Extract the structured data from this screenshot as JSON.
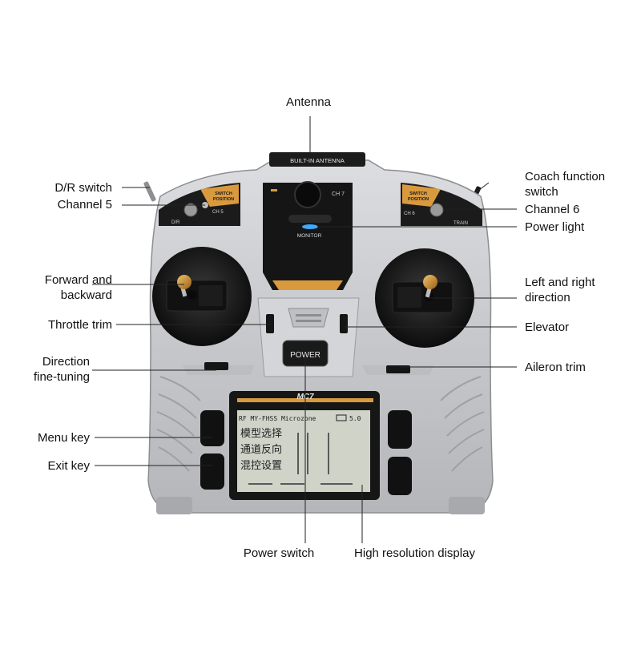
{
  "labels": {
    "antenna": "Antenna",
    "dr_switch": "D/R switch",
    "channel5": "Channel 5",
    "coach_function_switch_line1": "Coach function",
    "coach_function_switch_line2": "switch",
    "channel6": "Channel 6",
    "power_light": "Power light",
    "forward_backward_line1": "Forward and",
    "forward_backward_line2": "backward",
    "left_right_line1": "Left and right",
    "left_right_line2": "direction",
    "throttle_trim": "Throttle trim",
    "elevator": "Elevator",
    "direction_fine_tuning_line1": "Direction",
    "direction_fine_tuning_line2": "fine-tuning",
    "aileron_trim": "Aileron trim",
    "menu_key": "Menu key",
    "exit_key": "Exit key",
    "power_switch": "Power switch",
    "high_resolution_display": "High resolution display"
  },
  "device": {
    "antenna_plate": "BUILT-IN ANTENNA",
    "switch_position_left_line1": "SWITCH",
    "switch_position_left_line2": "POSITION",
    "switch_position_right_line1": "SWITCH",
    "switch_position_right_line2": "POSITION",
    "dr_tag": "D/R",
    "ch5_tag": "CH 5",
    "ch6_tag": "CH 6",
    "train_tag": "TRAIN",
    "ch7_tag": "CH 7",
    "monitor": "MONITOR",
    "power_button": "POWER",
    "model_name": "MC7"
  },
  "screen": {
    "header": "RF MY-FHSS Microzone",
    "battery_value": "5.0",
    "menu_line1": "模型选择",
    "menu_line2": "通道反向",
    "menu_line3": "混控设置"
  },
  "colors": {
    "body_silver": "#c9cacc",
    "accent_orange": "#d99a3e",
    "panel_black": "#161616",
    "screen_green": "#cfd3c8",
    "power_led": "#3da8ff",
    "stick_gold": "#c98a2e"
  }
}
